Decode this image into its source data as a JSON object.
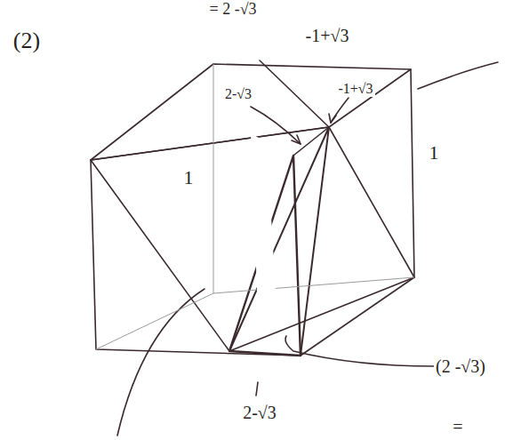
{
  "diagram": {
    "labels": [
      "= 2 -√3",
      "(2)",
      "-1+√3",
      "2-√3",
      "-1+√3",
      "1",
      "1",
      "(2 -√3)",
      "2-√3",
      "="
    ]
  }
}
